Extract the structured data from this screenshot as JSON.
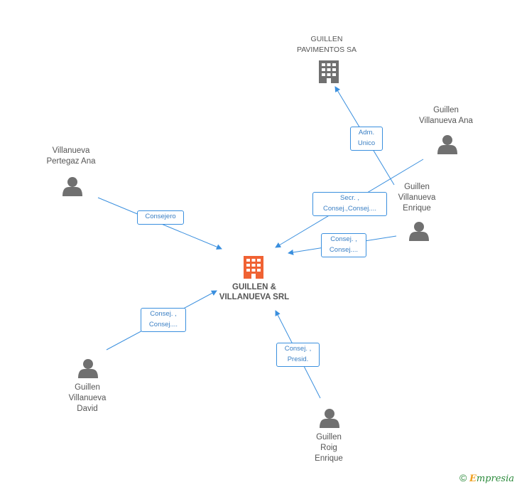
{
  "colors": {
    "edge": "#3a8fde",
    "person_icon": "#707070",
    "company_icon": "#707070",
    "center_icon": "#f06233"
  },
  "center": {
    "name": "GUILLEN &\nVILLANUEVA SRL",
    "icon": "building-icon"
  },
  "nodes": {
    "pavimentos": {
      "name": "GUILLEN\nPAVIMENTOS SA",
      "icon": "building-icon"
    },
    "ana": {
      "name": "Guillen\nVillanueva Ana",
      "icon": "person-icon"
    },
    "enrique": {
      "name": "Guillen\nVillanueva\nEnrique",
      "icon": "person-icon"
    },
    "pertegaz": {
      "name": "Villanueva\nPertegaz Ana",
      "icon": "person-icon"
    },
    "david": {
      "name": "Guillen\nVillanueva\nDavid",
      "icon": "person-icon"
    },
    "roig": {
      "name": "Guillen\nRoig\nEnrique",
      "icon": "person-icon"
    }
  },
  "edges": {
    "adm": "Adm.\nUnico",
    "secr": "Secr. ,\nConsej.,Consej....",
    "consej_enrique": "Consej. ,\nConsej....",
    "consejero": "Consejero",
    "consej_david": "Consej. ,\nConsej....",
    "consej_roig": "Consej. ,\nPresid."
  },
  "footer": {
    "copyright": "©",
    "brand_initial": "E",
    "brand_rest": "mpresia"
  }
}
